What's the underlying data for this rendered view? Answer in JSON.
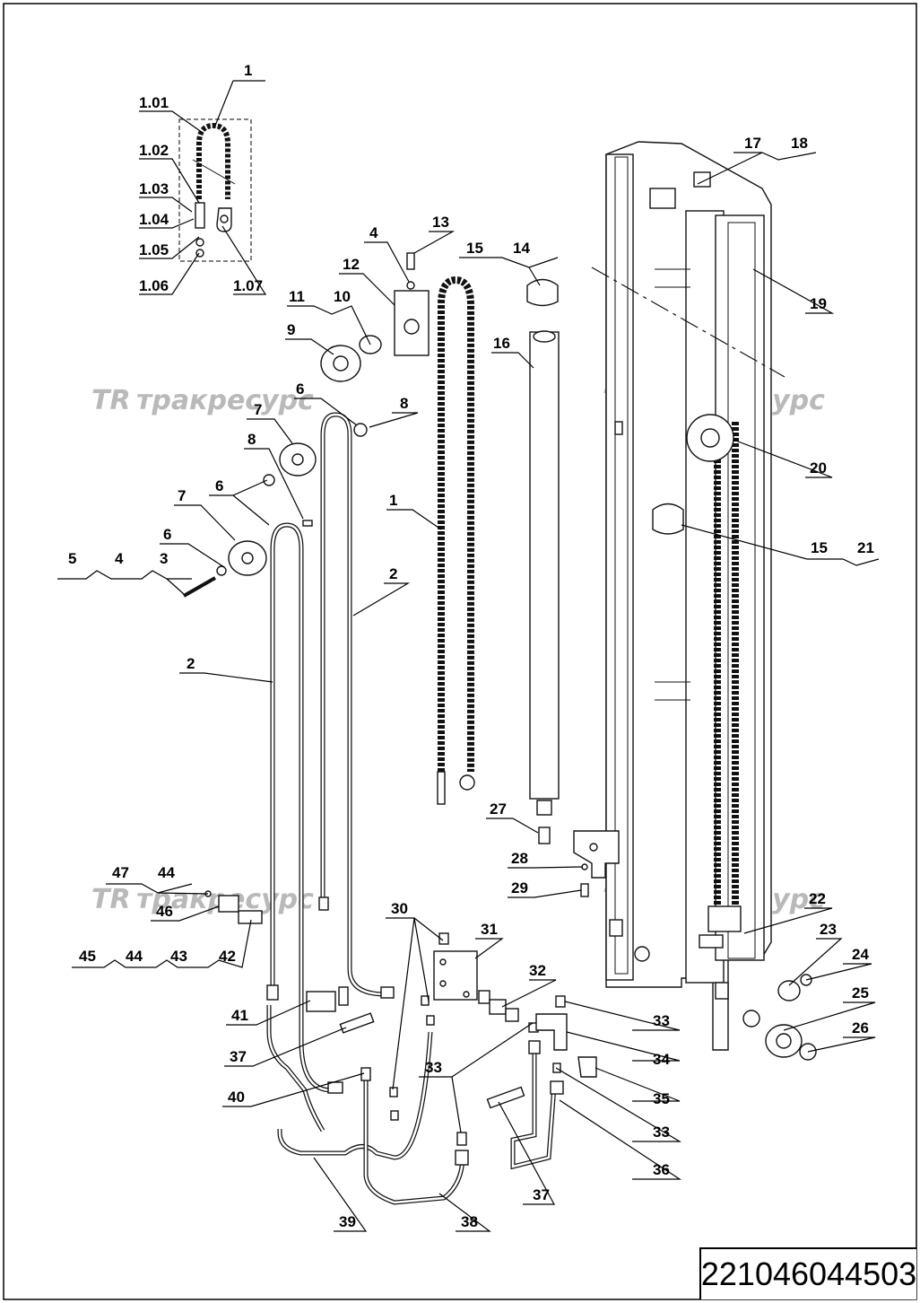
{
  "watermark": {
    "logo": "TR",
    "text": "тракресурс"
  },
  "document_number": "221046044503",
  "callouts": {
    "c1_top": "1",
    "c101": "1.01",
    "c102": "1.02",
    "c103": "1.03",
    "c104": "1.04",
    "c105": "1.05",
    "c106": "1.06",
    "c107": "1.07",
    "c4a": "4",
    "c13": "13",
    "c12": "12",
    "c11": "11",
    "c10": "10",
    "c9": "9",
    "c15a": "15",
    "c14": "14",
    "c16": "16",
    "c17": "17",
    "c18": "18",
    "c19": "19",
    "c6a": "6",
    "c8a": "8",
    "c7a": "7",
    "c8b": "8",
    "c6b": "6",
    "c7b": "7",
    "c6c": "6",
    "c5": "5",
    "c4b": "4",
    "c3": "3",
    "c2a": "2",
    "c2b": "2",
    "c1_mid": "1",
    "c20": "20",
    "c15b": "15",
    "c21": "21",
    "c27": "27",
    "c28": "28",
    "c29": "29",
    "c22": "22",
    "c23": "23",
    "c24": "24",
    "c25": "25",
    "c26": "26",
    "c47": "47",
    "c44a": "44",
    "c46": "46",
    "c45": "45",
    "c44b": "44",
    "c43": "43",
    "c42": "42",
    "c30": "30",
    "c31": "31",
    "c32": "32",
    "c33a": "33",
    "c34": "34",
    "c33b": "33",
    "c35": "35",
    "c33c": "33",
    "c36": "36",
    "c37a": "37",
    "c41": "41",
    "c37b": "37",
    "c40": "40",
    "c39": "39",
    "c38": "38"
  }
}
